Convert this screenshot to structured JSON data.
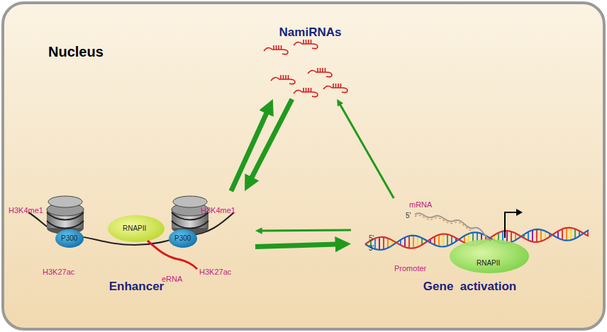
{
  "diagram": {
    "nodes": [
      {
        "text": [
          "NamiRNAs"
        ]
      },
      {
        "text": [
          "Enhancer"
        ]
      },
      {
        "text": [
          "Gene  activation"
        ]
      }
    ],
    "edges": [
      {
        "from": 1,
        "to": 0,
        "arrow": "to"
      },
      {
        "from": 0,
        "to": 1,
        "arrow": "to"
      },
      {
        "from": 1,
        "to": 2,
        "arrow": "to"
      },
      {
        "from": 2,
        "to": 1,
        "arrow": "to"
      },
      {
        "from": 2,
        "to": 0,
        "arrow": "to"
      }
    ],
    "labels": [
      "Nucleus",
      "H3K4me1",
      "H3K4me1",
      "P300",
      "P300",
      "RNAPII",
      "H3K27ac",
      "H3K27ac",
      "eRNA",
      "mRNA",
      "5'",
      "5'",
      "3'",
      "Promoter",
      "RNAPII"
    ]
  }
}
